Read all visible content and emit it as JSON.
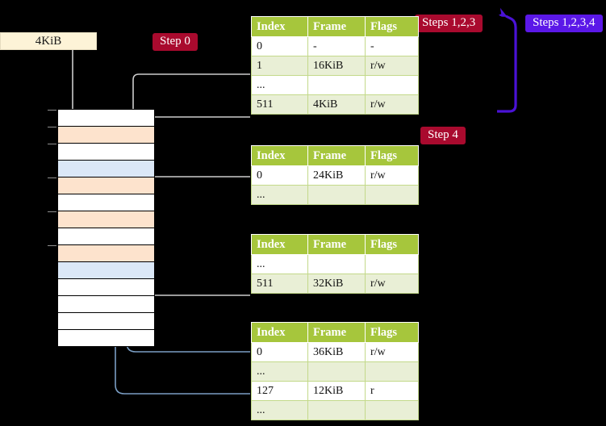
{
  "labels": {
    "size_box": "4KiB",
    "step0": "Step 0",
    "step4": "Step 4",
    "steps123": "Steps 1,2,3",
    "steps1234": "Steps 1,2,3,4"
  },
  "colors": {
    "badge_red": "#a90a2e",
    "badge_purple": "#5b18e8",
    "table_header": "#a6c63c",
    "table_alt_row": "#e9efd6",
    "highlight_cell": "#fbfbae",
    "size_box": "#fdf3d7",
    "mem_orange": "#fde3cd",
    "mem_blue": "#dbe8f7",
    "wire_gray": "#c9c9c9",
    "wire_blue": "#7a9ec4",
    "background": "#000000"
  },
  "tables": [
    {
      "id": "pml4",
      "headers": [
        "Index",
        "Frame",
        "Flags"
      ],
      "rows": [
        {
          "cells": [
            "0",
            "-",
            "-"
          ],
          "alt": false,
          "highlight": false
        },
        {
          "cells": [
            "1",
            "16KiB",
            "r/w"
          ],
          "alt": true,
          "highlight": false
        },
        {
          "cells": [
            "...",
            "",
            ""
          ],
          "alt": false,
          "highlight": false
        },
        {
          "cells": [
            "511",
            "4KiB",
            "r/w"
          ],
          "alt": true,
          "highlight": true
        }
      ]
    },
    {
      "id": "pdp",
      "headers": [
        "Index",
        "Frame",
        "Flags"
      ],
      "rows": [
        {
          "cells": [
            "0",
            "24KiB",
            "r/w"
          ],
          "alt": false,
          "highlight": false
        },
        {
          "cells": [
            "...",
            "",
            ""
          ],
          "alt": true,
          "highlight": false
        }
      ]
    },
    {
      "id": "pd",
      "headers": [
        "Index",
        "Frame",
        "Flags"
      ],
      "rows": [
        {
          "cells": [
            "...",
            "",
            ""
          ],
          "alt": false,
          "highlight": false
        },
        {
          "cells": [
            "511",
            "32KiB",
            "r/w"
          ],
          "alt": true,
          "highlight": false
        }
      ]
    },
    {
      "id": "pt",
      "headers": [
        "Index",
        "Frame",
        "Flags"
      ],
      "rows": [
        {
          "cells": [
            "0",
            "36KiB",
            "r/w"
          ],
          "alt": false,
          "highlight": false
        },
        {
          "cells": [
            "...",
            "",
            ""
          ],
          "alt": true,
          "highlight": false
        },
        {
          "cells": [
            "127",
            "12KiB",
            "r"
          ],
          "alt": false,
          "highlight": false
        },
        {
          "cells": [
            "...",
            "",
            ""
          ],
          "alt": true,
          "highlight": false
        }
      ]
    }
  ],
  "memory_rows": [
    {
      "fill": "white",
      "tick": true
    },
    {
      "fill": "orange",
      "tick": true
    },
    {
      "fill": "white",
      "tick": true
    },
    {
      "fill": "blue",
      "tick": false
    },
    {
      "fill": "orange",
      "tick": true
    },
    {
      "fill": "white",
      "tick": false
    },
    {
      "fill": "orange",
      "tick": true
    },
    {
      "fill": "white",
      "tick": false
    },
    {
      "fill": "orange",
      "tick": true
    },
    {
      "fill": "blue",
      "tick": false
    },
    {
      "fill": "white",
      "tick": false
    },
    {
      "fill": "white",
      "tick": false
    },
    {
      "fill": "white",
      "tick": false
    },
    {
      "fill": "white",
      "tick": false
    }
  ]
}
